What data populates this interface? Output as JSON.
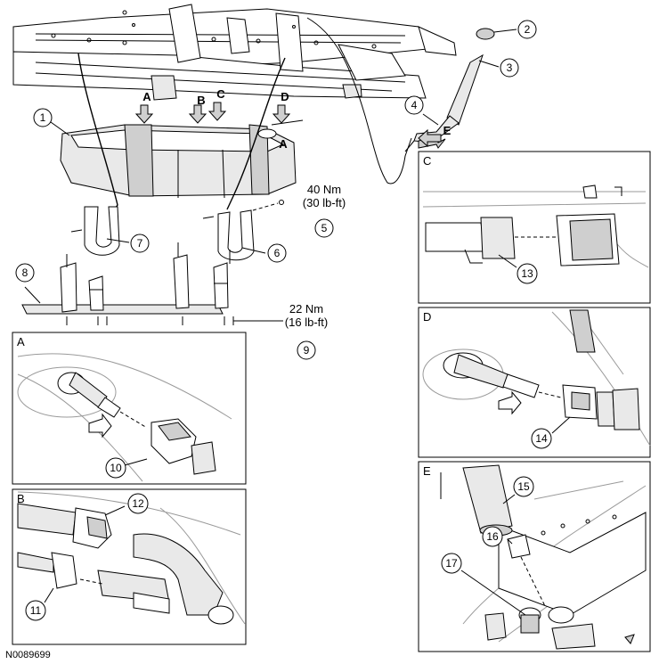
{
  "diagram": {
    "reference_code": "N0089699",
    "callouts": [
      "1",
      "2",
      "3",
      "4",
      "5",
      "6",
      "7",
      "8",
      "9",
      "10",
      "11",
      "12",
      "13",
      "14",
      "15",
      "16",
      "17"
    ],
    "view_letters": {
      "a": "A",
      "b": "B",
      "c": "C",
      "d": "D",
      "e": "E"
    },
    "tank_mark": "A",
    "torque_upper": {
      "nm": "40 Nm",
      "lbft": "(30 lb-ft)"
    },
    "torque_lower": {
      "nm": "22 Nm",
      "lbft": "(16 lb-ft)"
    },
    "panels": {
      "a": "A",
      "b": "B",
      "c": "C",
      "d": "D",
      "e": "E"
    }
  }
}
